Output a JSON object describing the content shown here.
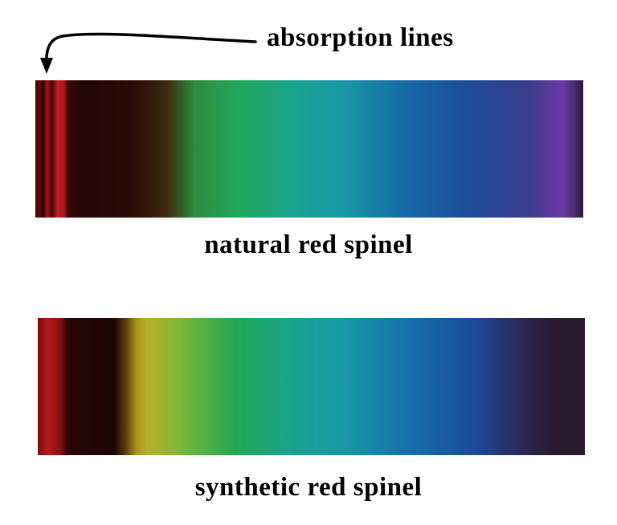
{
  "annotation": {
    "label": "absorption lines"
  },
  "spectra": [
    {
      "label": "natural red spinel",
      "stops": [
        [
          0.0,
          "#3a0606"
        ],
        [
          0.008,
          "#6a0a0a"
        ],
        [
          0.014,
          "#2a0505"
        ],
        [
          0.022,
          "#a51818"
        ],
        [
          0.03,
          "#3d0707"
        ],
        [
          0.04,
          "#c42020"
        ],
        [
          0.052,
          "#a8181a"
        ],
        [
          0.06,
          "#3a0808"
        ],
        [
          0.085,
          "#240606"
        ],
        [
          0.18,
          "#2a0a06"
        ],
        [
          0.24,
          "#3d2a0e"
        ],
        [
          0.29,
          "#2e8a3e"
        ],
        [
          0.37,
          "#20a85a"
        ],
        [
          0.47,
          "#1aa392"
        ],
        [
          0.56,
          "#1898a4"
        ],
        [
          0.68,
          "#1668a4"
        ],
        [
          0.79,
          "#1c4c98"
        ],
        [
          0.9,
          "#3a3c8c"
        ],
        [
          0.96,
          "#6a3aa4"
        ],
        [
          0.985,
          "#4a2a6a"
        ],
        [
          1.0,
          "#2a1a3a"
        ]
      ]
    },
    {
      "label": "synthetic red spinel",
      "stops": [
        [
          0.0,
          "#7a0c0c"
        ],
        [
          0.02,
          "#b81a1a"
        ],
        [
          0.04,
          "#8a1010"
        ],
        [
          0.055,
          "#2a0606"
        ],
        [
          0.14,
          "#1c0604"
        ],
        [
          0.16,
          "#5a3a10"
        ],
        [
          0.18,
          "#a8921c"
        ],
        [
          0.2,
          "#b8b02a"
        ],
        [
          0.26,
          "#7ab83a"
        ],
        [
          0.36,
          "#22a852"
        ],
        [
          0.46,
          "#1aa38e"
        ],
        [
          0.56,
          "#1898a4"
        ],
        [
          0.68,
          "#1670a8"
        ],
        [
          0.8,
          "#1c4a9a"
        ],
        [
          0.88,
          "#2a2a5a"
        ],
        [
          0.94,
          "#2a1a30"
        ],
        [
          1.0,
          "#2a1a2c"
        ]
      ]
    }
  ]
}
